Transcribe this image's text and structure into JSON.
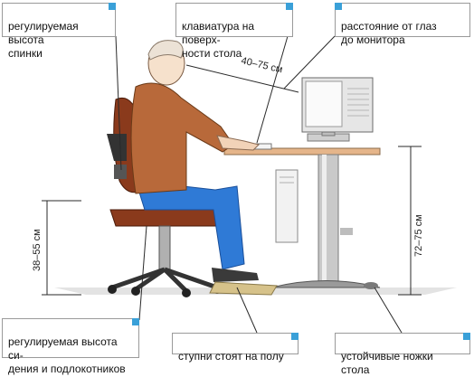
{
  "callouts": {
    "backrest": "регулируемая высота\nспинки",
    "keyboard": "клавиатура на поверх-\nности стола",
    "eye_distance": "расстояние от глаз\nдо монитора",
    "seat_height": "регулируемая высота си-\nдения и подлокотников",
    "feet": "ступни стоят на полу",
    "desk_legs": "устойчивые ножки стола"
  },
  "dimensions": {
    "eye_to_monitor": "40–75 см",
    "seat_height": "38–55 см",
    "desk_height": "72–75 см"
  },
  "icons": [
    "person-figure",
    "office-chair",
    "desk",
    "monitor",
    "keyboard",
    "system-unit",
    "footrest"
  ],
  "colors": {
    "callout_marker": "#3aa0d8",
    "shirt": "#b8693a",
    "trousers": "#2f7ad6",
    "chair": "#8a3a1c"
  }
}
